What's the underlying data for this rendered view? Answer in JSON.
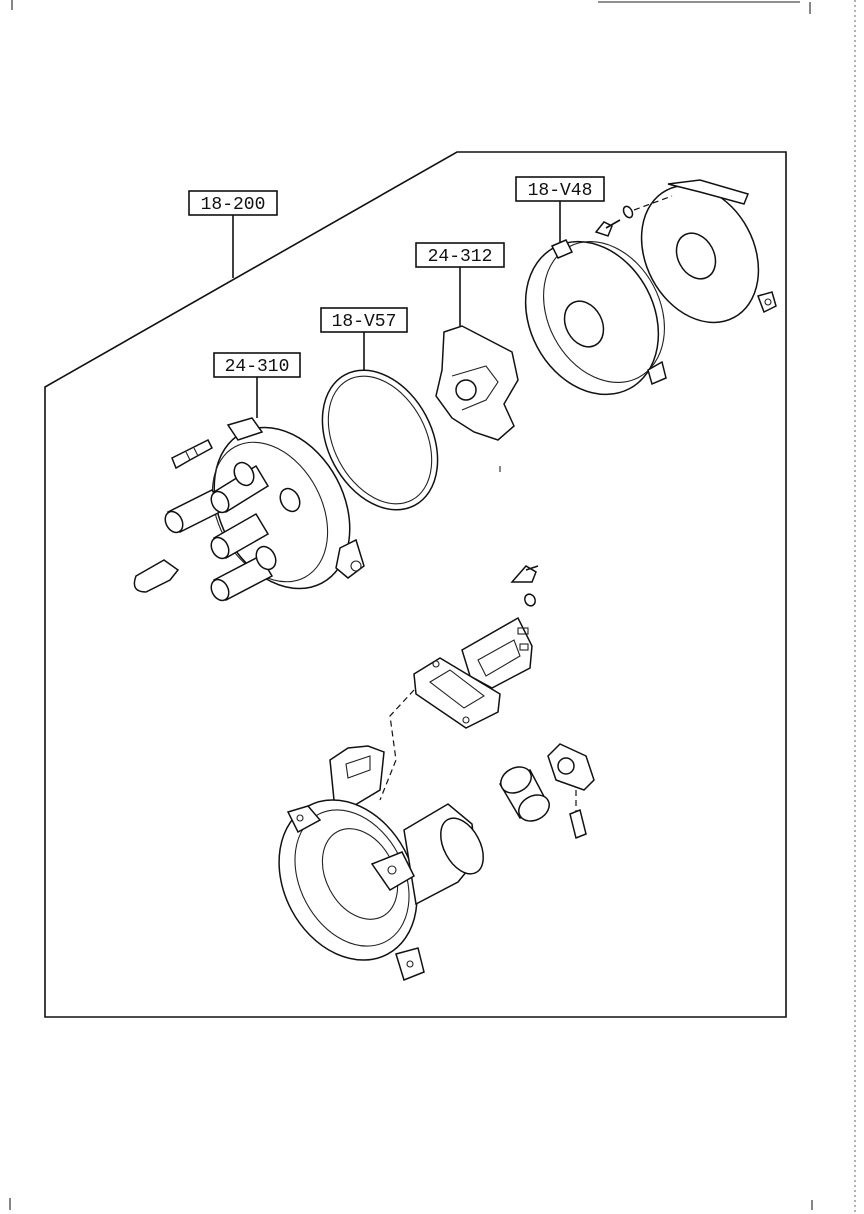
{
  "diagram": {
    "callouts": [
      {
        "id": "assembly",
        "label": "18-200"
      },
      {
        "id": "cap",
        "label": "24-310"
      },
      {
        "id": "oring",
        "label": "18-V57"
      },
      {
        "id": "rotor",
        "label": "24-312"
      },
      {
        "id": "cover",
        "label": "18-V48"
      }
    ]
  }
}
